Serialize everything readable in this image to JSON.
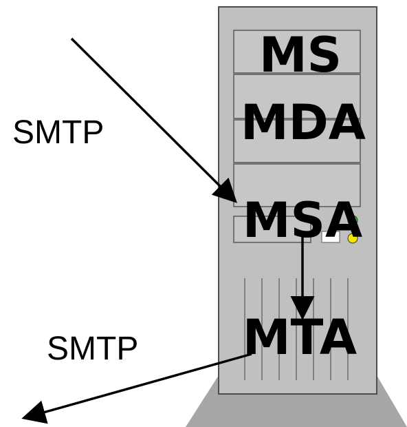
{
  "components": {
    "ms": "MS",
    "mda": "MDA",
    "msa": "MSA",
    "mta": "MTA"
  },
  "protocols": {
    "incoming": "SMTP",
    "outgoing": "SMTP"
  },
  "colors": {
    "tower_body": "#c0c0c0",
    "tower_base": "#a6a6a6",
    "bay": "#c6c6c6",
    "outline": "#4d4d4d",
    "led_green": "#22cc22",
    "led_yellow": "#f2e600",
    "arrow": "#000000"
  }
}
